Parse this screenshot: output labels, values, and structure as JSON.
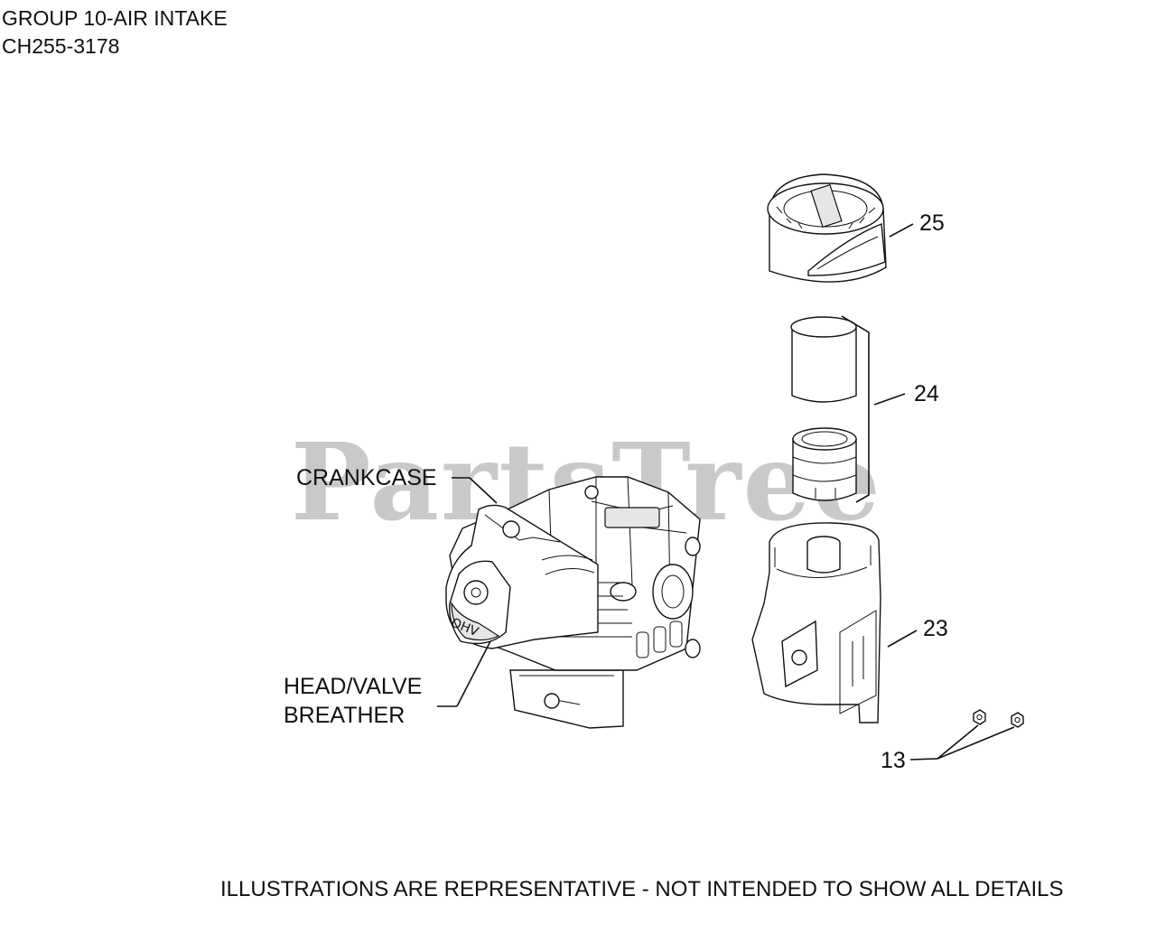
{
  "header": {
    "title": "GROUP 10-AIR INTAKE",
    "model_code": "CH255-3178"
  },
  "watermark": "PartsTree",
  "callouts": {
    "crankcase": "CRANKCASE",
    "head_valve_line1": "HEAD/VALVE",
    "head_valve_line2": "BREATHER",
    "part_25": "25",
    "part_24": "24",
    "part_23": "23",
    "part_13": "13"
  },
  "footer": "ILLUSTRATIONS ARE REPRESENTATIVE - NOT INTENDED TO SHOW ALL DETAILS"
}
